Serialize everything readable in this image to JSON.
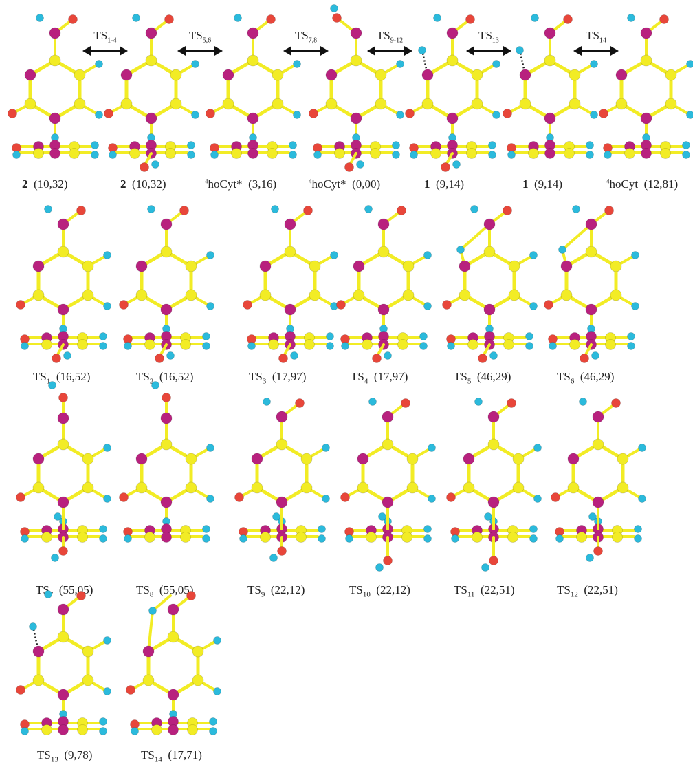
{
  "colors": {
    "carbon": "#f2ec25",
    "nitrogen": "#b8217e",
    "oxygen": "#e8463a",
    "hydrogen": "#2bbadc",
    "bond": "#f2ec25"
  },
  "structures": [
    {
      "id": "2a",
      "prefix": "",
      "main": "2",
      "sub": "",
      "paren": "(10,32)",
      "bold": true,
      "top": "oh",
      "bottom": "planar",
      "hbond": false
    },
    {
      "id": "2b",
      "prefix": "",
      "main": "2",
      "sub": "",
      "paren": "(10,32)",
      "bold": true,
      "top": "oh",
      "bottom": "pyramidal-down",
      "hbond": false
    },
    {
      "id": "hocyt-star-1",
      "prefix": "4",
      "main": "hoCyt*",
      "sub": "",
      "paren": "(3,16)",
      "bold": false,
      "top": "oh",
      "bottom": "planar",
      "hbond": false
    },
    {
      "id": "hocyt-star-2",
      "prefix": "4",
      "main": "hoCyt*",
      "sub": "",
      "paren": "(0,00)",
      "bold": false,
      "top": "oh-left",
      "bottom": "pyramidal-down",
      "hbond": false
    },
    {
      "id": "1a",
      "prefix": "",
      "main": "1",
      "sub": "",
      "paren": "(9,14)",
      "bold": true,
      "top": "nh-oh",
      "bottom": "pyramidal-down",
      "hbond": true
    },
    {
      "id": "1b",
      "prefix": "",
      "main": "1",
      "sub": "",
      "paren": "(9,14)",
      "bold": true,
      "top": "nh-oh",
      "bottom": "planar",
      "hbond": true
    },
    {
      "id": "hocyt",
      "prefix": "4",
      "main": "hoCyt",
      "sub": "",
      "paren": "(12,81)",
      "bold": false,
      "top": "oh",
      "bottom": "planar",
      "hbond": false
    },
    {
      "id": "ts1",
      "prefix": "",
      "main": "TS",
      "sub": "1",
      "paren": "(16,52)",
      "bold": false,
      "top": "oh",
      "bottom": "pyramidal-down",
      "hbond": false
    },
    {
      "id": "ts2",
      "prefix": "",
      "main": "TS",
      "sub": "2",
      "paren": "(16,52)",
      "bold": false,
      "top": "oh",
      "bottom": "pyramidal-down",
      "hbond": false
    },
    {
      "id": "ts3",
      "prefix": "",
      "main": "TS",
      "sub": "3",
      "paren": "(17,97)",
      "bold": false,
      "top": "oh",
      "bottom": "pyramidal-down",
      "hbond": false
    },
    {
      "id": "ts4",
      "prefix": "",
      "main": "TS",
      "sub": "4",
      "paren": "(17,97)",
      "bold": false,
      "top": "oh",
      "bottom": "pyramidal-down",
      "hbond": false
    },
    {
      "id": "ts5",
      "prefix": "",
      "main": "TS",
      "sub": "5",
      "paren": "(46,29)",
      "bold": false,
      "top": "ring4",
      "bottom": "pyramidal-down",
      "hbond": false
    },
    {
      "id": "ts6",
      "prefix": "",
      "main": "TS",
      "sub": "6",
      "paren": "(46,29)",
      "bold": false,
      "top": "ring4",
      "bottom": "pyramidal-down",
      "hbond": false
    },
    {
      "id": "ts7",
      "prefix": "",
      "main": "TS",
      "sub": "7",
      "paren": "(55,05)",
      "bold": false,
      "top": "linear",
      "bottom": "vertical",
      "hbond": false
    },
    {
      "id": "ts8",
      "prefix": "",
      "main": "TS",
      "sub": "8",
      "paren": "(55,05)",
      "bold": false,
      "top": "linear",
      "bottom": "planar",
      "hbond": false
    },
    {
      "id": "ts9",
      "prefix": "",
      "main": "TS",
      "sub": "9",
      "paren": "(22,12)",
      "bold": false,
      "top": "oh",
      "bottom": "vertical",
      "hbond": false
    },
    {
      "id": "ts10",
      "prefix": "",
      "main": "TS",
      "sub": "10",
      "paren": "(22,12)",
      "bold": false,
      "top": "oh",
      "bottom": "vertical-long",
      "hbond": false
    },
    {
      "id": "ts11",
      "prefix": "",
      "main": "TS",
      "sub": "11",
      "paren": "(22,51)",
      "bold": false,
      "top": "oh",
      "bottom": "vertical-long",
      "hbond": false
    },
    {
      "id": "ts12",
      "prefix": "",
      "main": "TS",
      "sub": "12",
      "paren": "(22,51)",
      "bold": false,
      "top": "oh",
      "bottom": "vertical",
      "hbond": false
    },
    {
      "id": "ts13",
      "prefix": "",
      "main": "TS",
      "sub": "13",
      "paren": "(9,78)",
      "bold": false,
      "top": "nh-oh",
      "bottom": "planar",
      "hbond": true
    },
    {
      "id": "ts14",
      "prefix": "",
      "main": "TS",
      "sub": "14",
      "paren": "(17,71)",
      "bold": false,
      "top": "ring5",
      "bottom": "planar",
      "hbond": false
    }
  ],
  "arrows": [
    {
      "id": "arrow-ts1-4",
      "main": "TS",
      "sub": "1-4"
    },
    {
      "id": "arrow-ts5-6",
      "main": "TS",
      "sub": "5,6"
    },
    {
      "id": "arrow-ts7-8",
      "main": "TS",
      "sub": "7,8"
    },
    {
      "id": "arrow-ts9-12",
      "main": "TS",
      "sub": "9-12"
    },
    {
      "id": "arrow-ts13",
      "main": "TS",
      "sub": "13"
    },
    {
      "id": "arrow-ts14",
      "main": "TS",
      "sub": "14"
    }
  ]
}
